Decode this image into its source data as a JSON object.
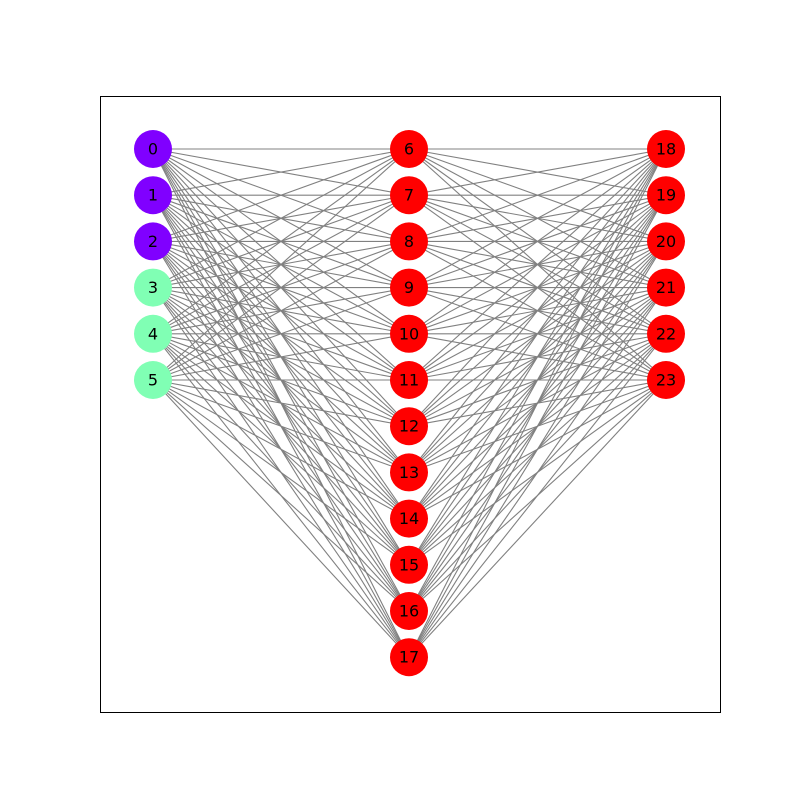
{
  "graph": {
    "layers": [
      {
        "nodes": [
          {
            "label": "0",
            "color": "#8000ff"
          },
          {
            "label": "1",
            "color": "#8000ff"
          },
          {
            "label": "2",
            "color": "#8000ff"
          },
          {
            "label": "3",
            "color": "#80ffb4"
          },
          {
            "label": "4",
            "color": "#80ffb4"
          },
          {
            "label": "5",
            "color": "#80ffb4"
          }
        ]
      },
      {
        "nodes": [
          {
            "label": "6",
            "color": "#ff0000"
          },
          {
            "label": "7",
            "color": "#ff0000"
          },
          {
            "label": "8",
            "color": "#ff0000"
          },
          {
            "label": "9",
            "color": "#ff0000"
          },
          {
            "label": "10",
            "color": "#ff0000"
          },
          {
            "label": "11",
            "color": "#ff0000"
          },
          {
            "label": "12",
            "color": "#ff0000"
          },
          {
            "label": "13",
            "color": "#ff0000"
          },
          {
            "label": "14",
            "color": "#ff0000"
          },
          {
            "label": "15",
            "color": "#ff0000"
          },
          {
            "label": "16",
            "color": "#ff0000"
          },
          {
            "label": "17",
            "color": "#ff0000"
          }
        ]
      },
      {
        "nodes": [
          {
            "label": "18",
            "color": "#ff0000"
          },
          {
            "label": "19",
            "color": "#ff0000"
          },
          {
            "label": "20",
            "color": "#ff0000"
          },
          {
            "label": "21",
            "color": "#ff0000"
          },
          {
            "label": "22",
            "color": "#ff0000"
          },
          {
            "label": "23",
            "color": "#ff0000"
          }
        ]
      }
    ],
    "connectivity": "complete-bipartite-between-adjacent-layers",
    "edge_color": "#808080",
    "frame_color": "#000000"
  }
}
